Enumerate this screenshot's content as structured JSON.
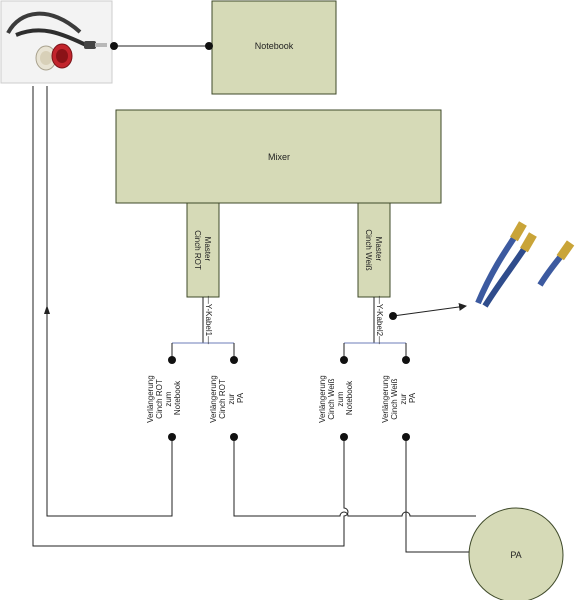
{
  "boxes": {
    "notebook": "Notebook",
    "mixer": "Mixer",
    "master_rot": [
      "Master",
      "Cinch ROT"
    ],
    "master_weiss": [
      "Master",
      "Cinch Weiß"
    ],
    "pa": "PA"
  },
  "y_cable_labels": {
    "left": "Y-Kabel1",
    "right": "Y-Kabel2"
  },
  "extension_labels": {
    "rot_notebook": [
      "Verlängerung",
      "Cinch ROT",
      "zum",
      "Notebook"
    ],
    "rot_pa": [
      "Verlängerung",
      "Cinch ROT",
      "zur",
      "PA"
    ],
    "weiss_notebook": [
      "Verlängerung",
      "Cinch Weiß",
      "zum",
      "Notebook"
    ],
    "weiss_pa": [
      "Verlängerung",
      "Cinch Weiß",
      "zur",
      "PA"
    ]
  },
  "images": {
    "top_left": "y-cable-photo",
    "right": "cinch-cable-photo"
  },
  "colors": {
    "box_fill": "#d6dab7",
    "box_stroke": "#3f4a2a",
    "line": "#222222",
    "bracket": "#6d7db8"
  }
}
